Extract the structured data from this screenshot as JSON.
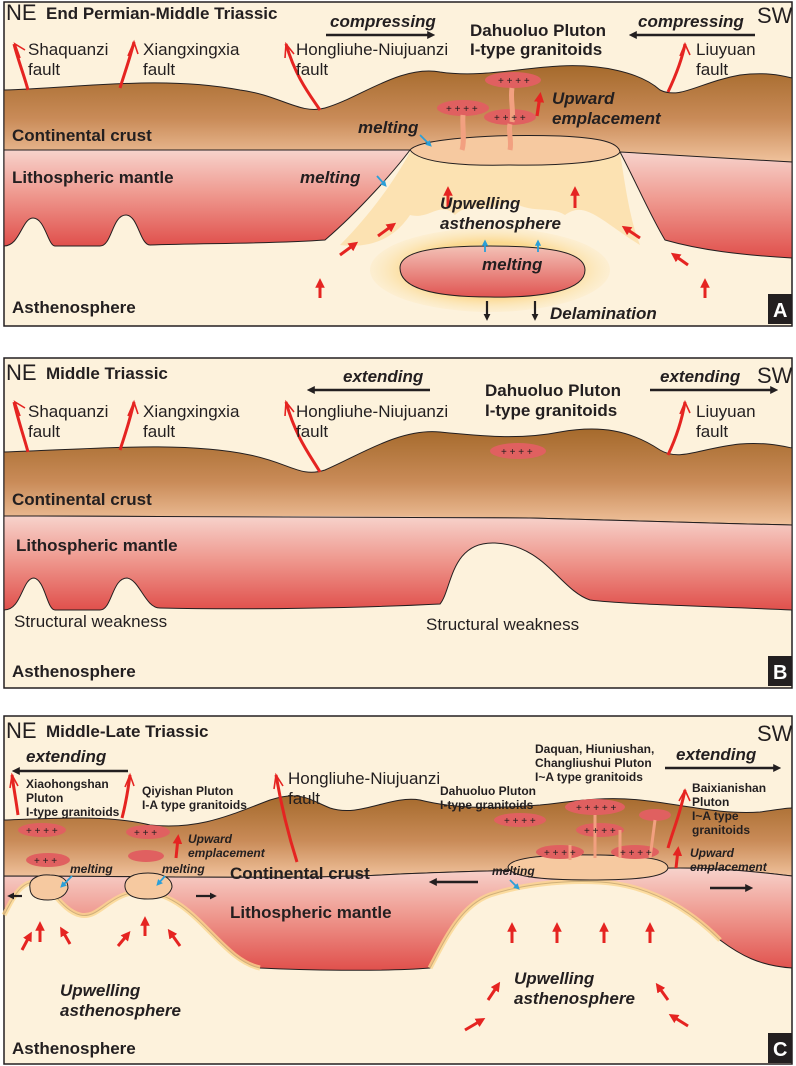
{
  "colors": {
    "crust_top": "#a56a2c",
    "crust_bottom": "#e8b48a",
    "mantle_top": "#f5c8c0",
    "mantle_bottom": "#e35a55",
    "asthenosphere": "#fdf2dc",
    "melt": "#f6c9a0",
    "pluton": "#e06060",
    "fault": "#e52421",
    "arrow_red": "#e52421",
    "arrow_blue": "#2a9fd8",
    "outline": "#231f20"
  },
  "panelA": {
    "ne": "NE",
    "period": "End Permian-Middle Triassic",
    "sw": "SW",
    "compress_left": "compressing",
    "compress_right": "compressing",
    "pluton_l1": "Dahuoluo Pluton",
    "pluton_l2": "I-type granitoids",
    "f1_l1": "Shaquanzi",
    "f1_l2": "fault",
    "f2_l1": "Xiangxingxia",
    "f2_l2": "fault",
    "f3_l1": "Hongliuhe-Niujuanzi",
    "f3_l2": "fault",
    "f4_l1": "Liuyuan",
    "f4_l2": "fault",
    "upward_l1": "Upward",
    "upward_l2": "emplacement",
    "crust": "Continental crust",
    "melting1": "melting",
    "mantle": "Lithospheric mantle",
    "melting2": "melting",
    "upwell_l1": "Upwelling",
    "upwell_l2": "asthenosphere",
    "melting3": "melting",
    "astheno": "Asthenosphere",
    "delam": "Delamination",
    "badge": "A"
  },
  "panelB": {
    "ne": "NE",
    "period": "Middle Triassic",
    "sw": "SW",
    "extend_left": "extending",
    "extend_right": "extending",
    "pluton_l1": "Dahuoluo Pluton",
    "pluton_l2": "I-type granitoids",
    "f1_l1": "Shaquanzi",
    "f1_l2": "fault",
    "f2_l1": "Xiangxingxia",
    "f2_l2": "fault",
    "f3_l1": "Hongliuhe-Niujuanzi",
    "f3_l2": "fault",
    "f4_l1": "Liuyuan",
    "f4_l2": "fault",
    "crust": "Continental crust",
    "mantle": "Lithospheric mantle",
    "weak1": "Structural weakness",
    "weak2": "Structural weakness",
    "astheno": "Asthenosphere",
    "badge": "B"
  },
  "panelC": {
    "ne": "NE",
    "period": "Middle-Late Triassic",
    "sw": "SW",
    "extend_left": "extending",
    "extend_right": "extending",
    "xiao_l1": "Xiaohongshan",
    "xiao_l2": "Pluton",
    "xiao_l3": "I-type granitoids",
    "qiyi_l1": "Qiyishan Pluton",
    "qiyi_l2": "I-A type granitoids",
    "fault_l1": "Hongliuhe-Niujuanzi",
    "fault_l2": "fault",
    "dahuo_l1": "Dahuoluo Pluton",
    "dahuo_l2": "I-type granitoids",
    "daquan_l1": "Daquan, Hiuniushan,",
    "daquan_l2": "Changliushui Pluton",
    "daquan_l3": "I~A type granitoids",
    "baix_l1": "Baixianishan",
    "baix_l2": "Pluton",
    "baix_l3": "I~A type",
    "baix_l4": "granitoids",
    "upward1_l1": "Upward",
    "upward1_l2": "emplacement",
    "melting1": "melting",
    "melting2": "melting",
    "crust": "Continental crust",
    "melting3": "melting",
    "upward2_l1": "Upward",
    "upward2_l2": "emplacement",
    "mantle": "Lithospheric mantle",
    "upwell1_l1": "Upwelling",
    "upwell1_l2": "asthenosphere",
    "upwell2_l1": "Upwelling",
    "upwell2_l2": "asthenosphere",
    "astheno": "Asthenosphere",
    "badge": "C"
  }
}
